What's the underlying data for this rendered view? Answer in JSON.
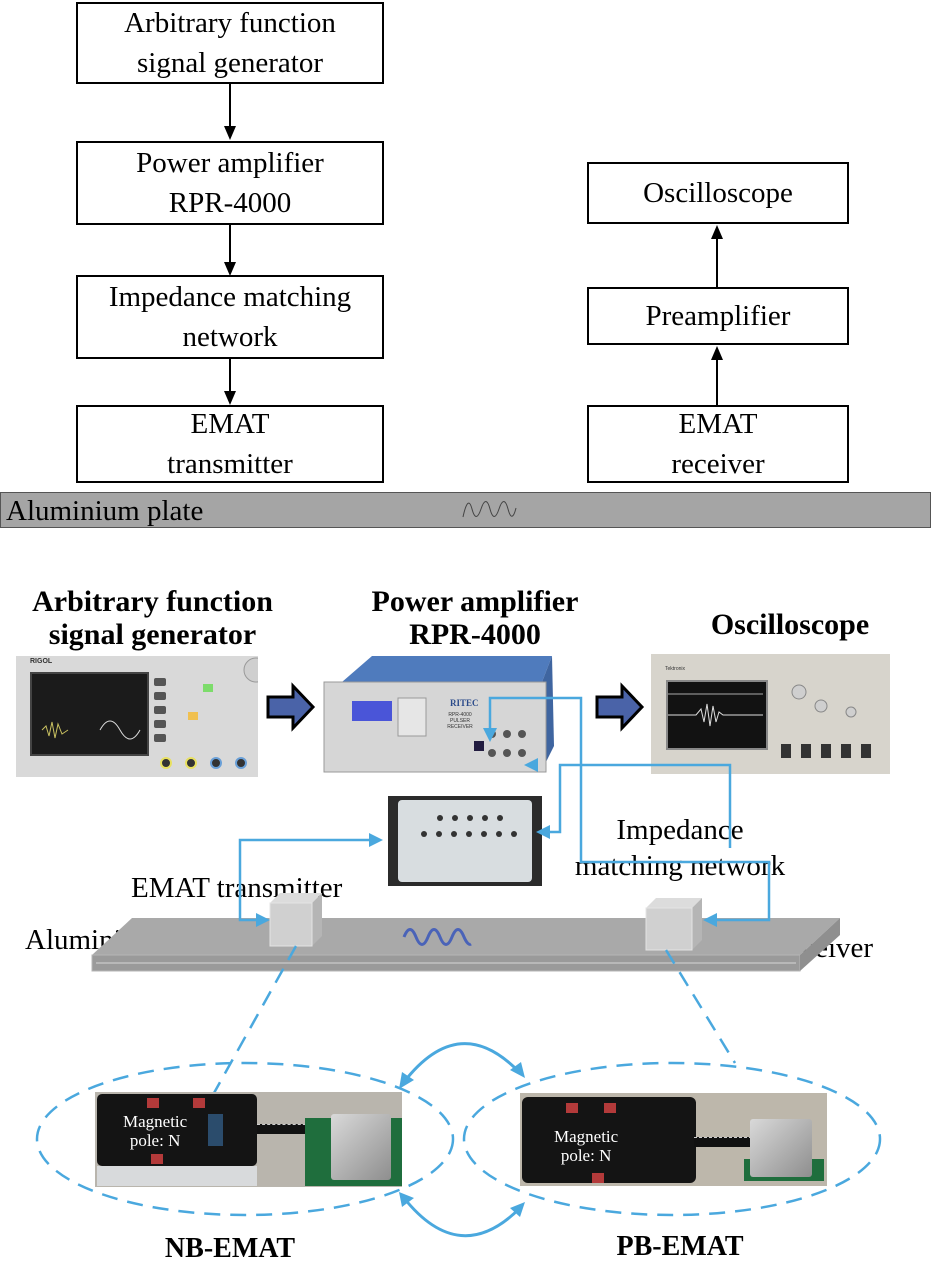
{
  "block_diagram": {
    "transmit_chain": [
      {
        "line1": "Arbitrary function",
        "line2": "signal generator"
      },
      {
        "line1": "Power amplifier",
        "line2": "RPR-4000"
      },
      {
        "line1": "Impedance matching",
        "line2": "network"
      },
      {
        "line1": "EMAT",
        "line2": "transmitter"
      }
    ],
    "receive_chain": [
      {
        "line1": "Oscilloscope"
      },
      {
        "line1": "Preamplifier"
      },
      {
        "line1": "EMAT",
        "line2": "receiver"
      }
    ],
    "plate_label": "Aluminium plate"
  },
  "photo_setup": {
    "signal_generator": {
      "line1": "Arbitrary function",
      "line2": "signal generator",
      "brand": "RIGOL"
    },
    "power_amplifier": {
      "line1": "Power amplifier",
      "line2": "RPR-4000",
      "panel_text": "RPR-4000 PULSER RECEIVER",
      "brand": "RITEC"
    },
    "oscilloscope": {
      "title": "Oscilloscope",
      "brand": "Tektronix"
    },
    "impedance_network": {
      "line1": "Impedance",
      "line2": "matching network"
    },
    "emat_transmitter": "EMAT transmitter",
    "emat_receiver": "EMAT receiver",
    "plate_label": "Aluminium plate"
  },
  "emat_variants": [
    {
      "name": "NB-EMAT",
      "pole_line1": "Magnetic",
      "pole_line2": "pole: N"
    },
    {
      "name": "PB-EMAT",
      "pole_line1": "Magnetic",
      "pole_line2": "pole: N"
    }
  ],
  "colors": {
    "connector_blue": "#4aa8de",
    "flow_arrow_fill": "#4a63a8",
    "plate_gray": "#a5a5a5",
    "wave_blue": "#4a63b8"
  }
}
